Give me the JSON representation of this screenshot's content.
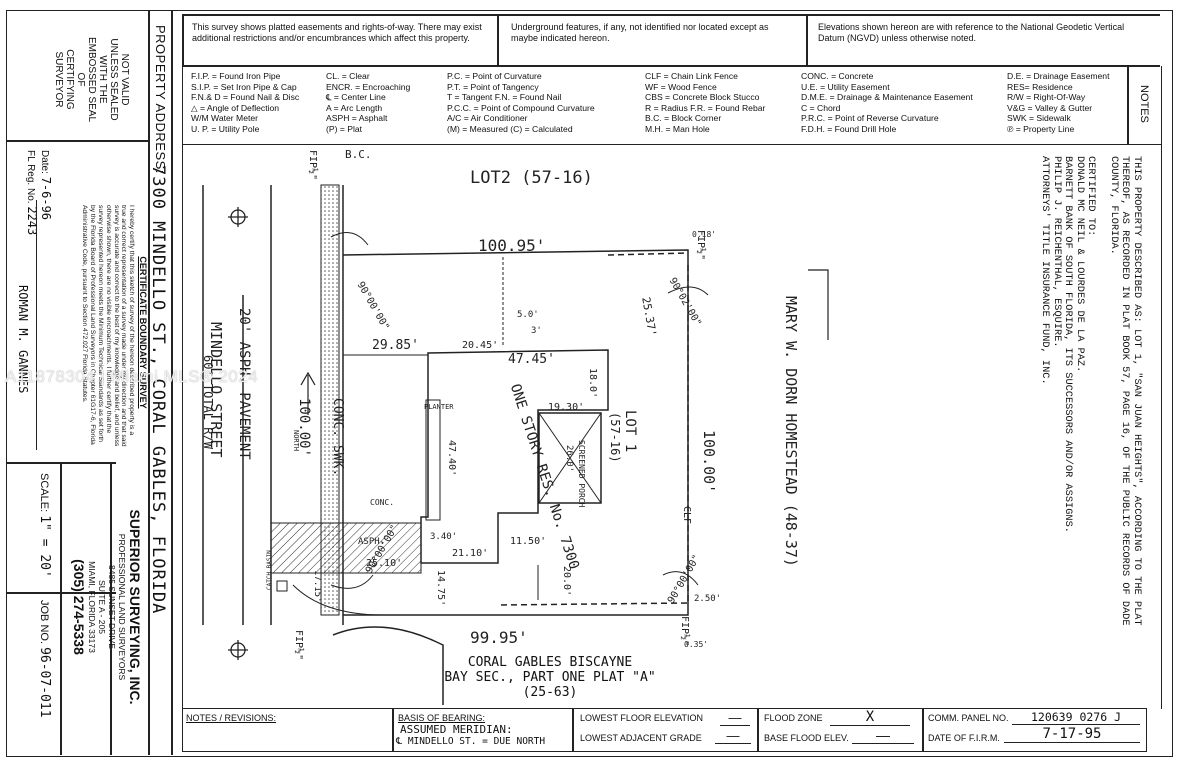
{
  "left_panel": {
    "seal_notice": [
      "NOT VALID",
      "UNLESS SEALED",
      "WITH THE",
      "EMBOSSED SEAL",
      "OF",
      "CERTIFYING",
      "SURVEYOR"
    ],
    "property_address_label": "PROPERTY ADDRESS:",
    "property_address_value": "7300 MINDELLO ST., CORAL GABLES, FLORIDA",
    "certificate_title": "CERTIFICATE BOUNDARY SURVEY",
    "certificate_text": [
      "I hereby certify that this sketch of survey of the hereon described property is a",
      "true and correct representation of a survey made under my direction and that said",
      "survey is accurate and correct to the best of my knowledge and belief, and unless",
      "otherwise shown, there are no visible encroachments. I further certify that the",
      "survey represented hereon meets the Minimum Technical Standards as set forth",
      "by the Florida Board of Professional Land Surveyors in Chapter 61G17-6, Florida",
      "Administrative Code, pursuant to Section 472.027 Florida Statutes."
    ],
    "date_label": "Date:",
    "date_value": "7-6-96",
    "reg_label": "FL Reg. No.",
    "reg_value": "2243",
    "surveyor_name": "ROMAN M. GANNES",
    "company_name": "SUPERIOR SURVEYING, INC.",
    "company_sub": "PROFESSIONAL LAND SURVEYORS",
    "company_addr1": "8485 SUNSET DRIVE",
    "company_addr2": "SUITE A - 205",
    "company_addr3": "MIAMI, FLORIDA 33173",
    "company_phone": "(305) 274-5338",
    "scale_label": "SCALE:",
    "scale_value": "1\" = 20'",
    "job_label": "JOB NO.",
    "job_value": "96-07-011"
  },
  "top_notes": {
    "n1": "This survey shows platted easements and rights-of-way. There may exist additional restrictions and/or encumbrances which affect this property.",
    "n2": "Underground features, if any, not identified nor located except as maybe indicated hereon.",
    "n3": "Elevations shown hereon are with reference to the National Geodetic Vertical Datum (NGVD) unless otherwise noted."
  },
  "legend": {
    "col1": [
      "F.I.P. = Found Iron Pipe",
      "S.I.P. = Set Iron Pipe & Cap",
      "F.N.& D = Found Nail & Disc",
      "△ = Angle of Deflection",
      "W/M Water  Meter",
      "U. P. = Utility Pole"
    ],
    "col2": [
      "CL. = Clear",
      "ENCR. = Encroaching",
      "℄ = Center Line",
      "A = Arc Length",
      "ASPH = Asphalt",
      "(P) = Plat"
    ],
    "col3": [
      "P.C. = Point of Curvature",
      "P.T. = Point of Tangency",
      "T = Tangent   F.N. = Found Nail",
      "P.C.C. = Point of Compound Curvature",
      "A/C = Air Conditioner",
      "(M) = Measured   (C) = Calculated"
    ],
    "col4": [
      "CLF = Chain Link Fence",
      "WF = Wood Fence",
      "CBS = Concrete Block Stucco",
      "R = Radius   F.R. = Found Rebar",
      "B.C. = Block Corner",
      "M.H. = Man Hole"
    ],
    "col5": [
      "CONC. = Concrete",
      "U.E. = Utility Easement",
      "D.M.E. = Drainage & Maintenance Easement",
      "C = Chord",
      "P.R.C. = Point of Reverse Curvature",
      "F.D.H. = Found Drill Hole"
    ],
    "col6": [
      "D.E. = Drainage Easement",
      "RES= Residence",
      "R/W = Right-Of-Way",
      "V&G = Valley & Gutter",
      "SWK = Sidewalk",
      "℗ = Property Line"
    ],
    "notes_header": "NOTES"
  },
  "description": {
    "lines": [
      "THIS PROPERTY DESCRIBED AS: LOT 1, \"SAN JUAN HEIGHTS\", ACCORDING TO THE PLAT",
      "THEREOF, AS RECORDED IN PLAT BOOK 57, PAGE 16, OF THE PUBLIC RECORDS OF DADE",
      "COUNTY, FLORIDA.",
      "",
      "CERTIFIED TO:",
      "DONALD MC NEIL & LOURDES DE LA PAZ.",
      "BARNETT BANK OF SOUTH FLORIDA, ITS SUCCESSORS AND/OR ASSIGNS.",
      "PHILIP J. REICHENTHAL, ESQUIRE.",
      "ATTORNEYS' TITLE INSURANCE FUND, INC."
    ]
  },
  "drawing": {
    "lot2": "LOT2 (57-16)",
    "dim_top": "100.95'",
    "dim_bottom": "99.95'",
    "dim_right": "100.00'",
    "dim_left": "100.00'",
    "lot1": "LOT 1",
    "lot1_ref": "(57-16)",
    "residence": "ONE STORY RES. No. 7300",
    "homestead": "MARY W. DORN HOMESTEAD (48-37)",
    "street": "MINDELLO STREET",
    "pavement": "20' ASPH. PAVEMENT",
    "total_rw": "60' TOTAL R/W",
    "conc_swk": "CONC. SWK.",
    "subdivision": [
      "CORAL GABLES BISCAYNE",
      "BAY SEC., PART ONE PLAT \"A\"",
      "(25-63)"
    ],
    "fip_labels": [
      "FIP½\"",
      "FIP½\"",
      "FIP½\"",
      "FIP½\""
    ],
    "bc": "B.C.",
    "dims": [
      "29.85'",
      "20.45'",
      "47.45'",
      "18.0'",
      "19.30'",
      "47.40'",
      "21.10'",
      "11.50'",
      "20.0'",
      "25.10'",
      "14.75'",
      "17.15'",
      "5.0'",
      "3'",
      "26.0'",
      "25.37'",
      "2.50'",
      "3.40'",
      "0.18'",
      "0.35'"
    ],
    "porch": "SCREENED PORCH",
    "planter": "PLANTER",
    "asph": "ASPH.",
    "conc": "CONC.",
    "clf": "CLF",
    "north": "NORTH",
    "angles": [
      "90°00'00\"",
      "90°02'00\"",
      "90°00'00\"",
      "90°00'00\""
    ],
    "catch_basin": "CATCH BASIN",
    "watermark": "A11878304 | Miami MLS® 2024"
  },
  "bottom": {
    "notes_label": "NOTES / REVISIONS:",
    "basis_label": "BASIS OF BEARING:",
    "basis_value1": "ASSUMED MERIDIAN:",
    "basis_value2": "℄ MINDELLO ST. = DUE NORTH",
    "lowest_floor_label": "LOWEST FLOOR ELEVATION",
    "lowest_floor_value": "—",
    "lowest_adj_label": "LOWEST ADJACENT GRADE",
    "lowest_adj_value": "—",
    "flood_zone_label": "FLOOD ZONE",
    "flood_zone_value": "X",
    "base_flood_label": "BASE FLOOD ELEV.",
    "base_flood_value": "—",
    "comm_panel_label": "COMM. PANEL NO.",
    "comm_panel_value": "120639 0276 J",
    "firm_date_label": "DATE OF F.I.R.M.",
    "firm_date_value": "7-17-95"
  }
}
